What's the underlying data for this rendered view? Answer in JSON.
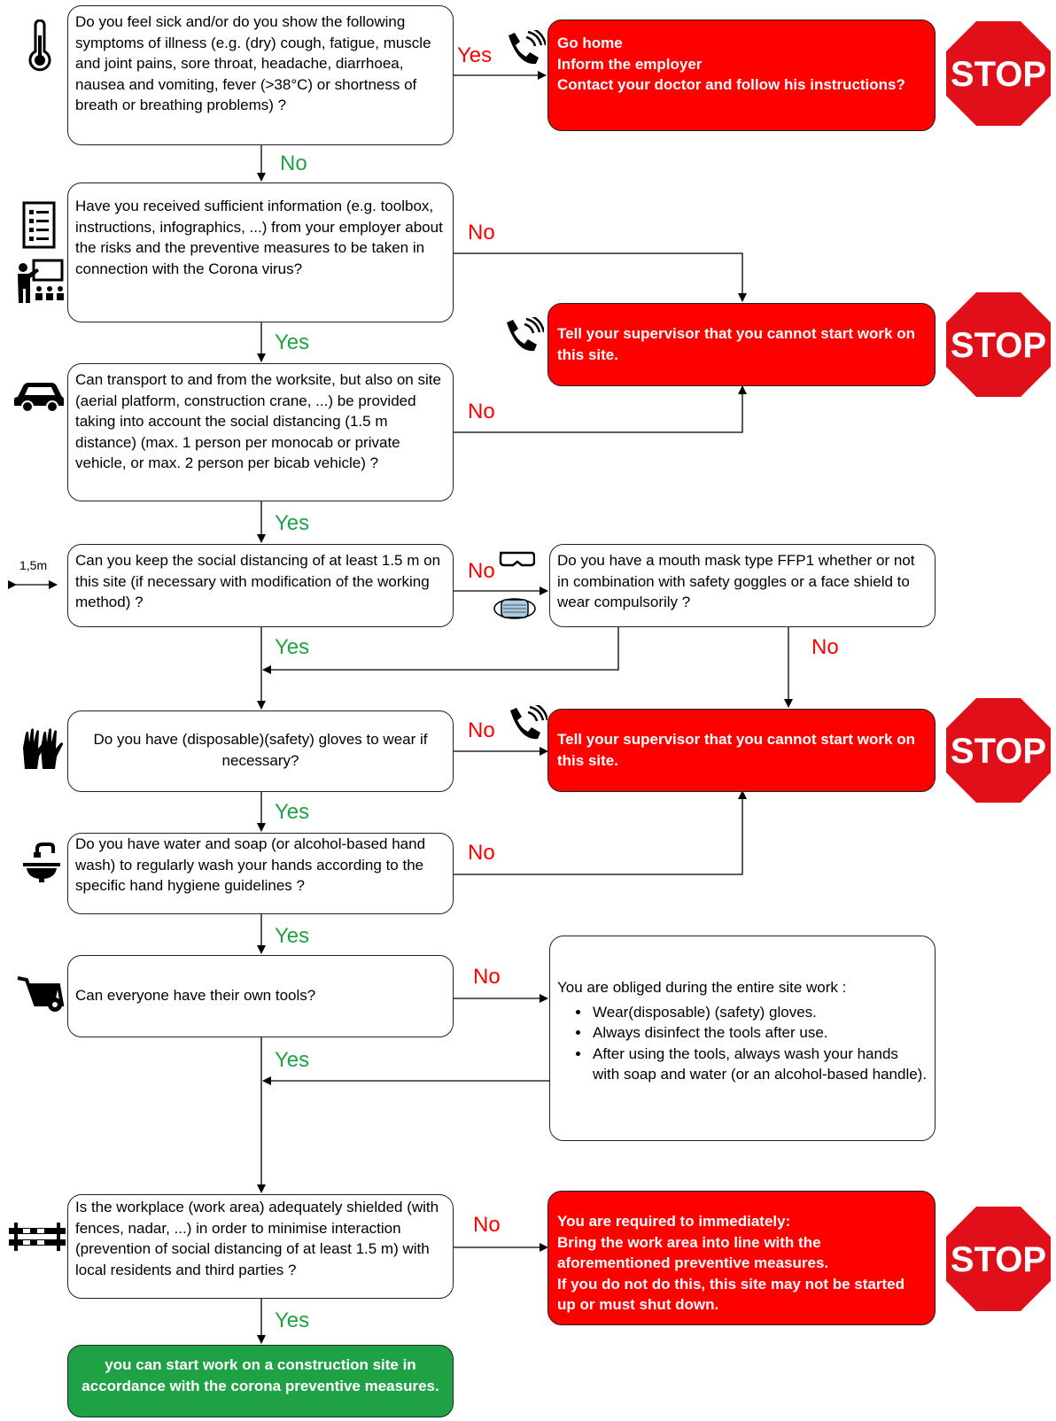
{
  "q1": "Do you feel sick and/or do you show the following symptoms of illness (e.g. (dry) cough, fatigue, muscle and joint pains, sore throat, headache, diarrhoea, nausea and vomiting, fever (>38°C) or shortness of breath or breathing problems) ?",
  "r1": "Go home\nInform the employer\nContact your doctor and follow his instructions?",
  "q2": "Have you received sufficient information (e.g. toolbox, instructions, infographics, ...) from your employer about the risks and the preventive measures to be taken in connection with the Corona virus?",
  "r2": "Tell your supervisor that you cannot start work on this site.",
  "q3": "Can transport to and from the worksite, but also on site (aerial platform, construction crane, ...) be provided taking into account the social distancing (1.5 m distance) (max. 1 person per monocab or private vehicle, or max. 2 person per bicab vehicle) ?",
  "q4": "Can you keep the social distancing of at least 1.5 m on this site (if necessary with modification of the working method) ?",
  "q4b": "Do you have a mouth mask type FFP1 whether or not in combination with safety goggles or a face shield to wear compulsorily ?",
  "q5": "Do you have (disposable)(safety) gloves to wear if necessary?",
  "r3": "Tell your supervisor that you cannot start work on this site.",
  "q6": "Do you have water and soap (or alcohol-based hand wash) to regularly wash your hands according to the specific hand hygiene guidelines ?",
  "q7": "Can everyone have their own tools?",
  "tools_intro": "You are obliged during the entire site work :",
  "tools_items": [
    "Wear(disposable) (safety) gloves.",
    "Always disinfect the tools after use.",
    "After using the tools, always wash your hands with soap and water (or an alcohol-based handle)."
  ],
  "q8": "Is the workplace (work area) adequately shielded (with fences, nadar, ...) in order to minimise interaction (prevention of social distancing of at least 1.5 m) with local residents and third parties ?",
  "r4": "You are required to immediately:\nBring the work area into line with the aforementioned preventive measures.\nIf you do not do this, this site may not be started up or must shut down.",
  "final": "you can start work on a construction site in accordance with the corona preventive measures.",
  "yes": "Yes",
  "no": "No",
  "stop": "STOP",
  "distance": "1,5m",
  "colors": {
    "red": "#ff0000",
    "green": "#1fa246",
    "stop_red": "#e0101a"
  }
}
